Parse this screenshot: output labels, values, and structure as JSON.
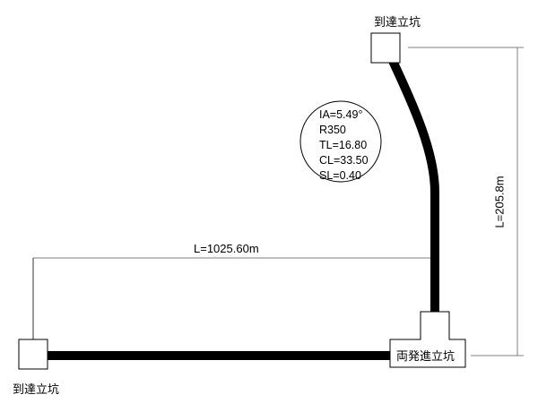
{
  "shafts": {
    "arrival_top": "到達立坑",
    "arrival_left": "到達立坑",
    "departure": "両発進立坑"
  },
  "dimensions": {
    "horizontal": "L=1025.60m",
    "vertical": "L=205.8m"
  },
  "curve": {
    "ia": "IA=5.49°",
    "r": "R350",
    "tl": "TL=16.80",
    "cl": "CL=33.50",
    "sl": "SL=0.40"
  },
  "colors": {
    "line": "#000000",
    "dim": "#808080"
  }
}
